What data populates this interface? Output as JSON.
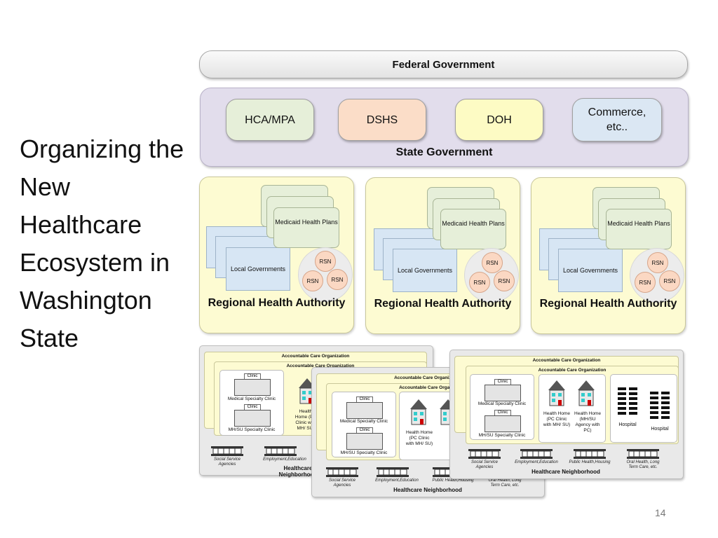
{
  "title": "Organizing the New Healthcare Ecosystem in Washington State",
  "federal": {
    "label": "Federal  Government"
  },
  "state": {
    "label": "State Government",
    "agencies": [
      {
        "label": "HCA/MPA",
        "color": "#e6efd9"
      },
      {
        "label": "DSHS",
        "color": "#fbddc8"
      },
      {
        "label": "DOH",
        "color": "#fdfbc4"
      },
      {
        "label": "Commerce, etc..",
        "color": "#dbe7f3"
      }
    ]
  },
  "rha": {
    "label": "Regional Health Authority",
    "medicaid_label": "Medicaid Health Plans",
    "local_label": "Local Governments",
    "rsn_label": "RSN"
  },
  "aco": {
    "label": "Accountable Care Organization",
    "clinic_sign": "Clinic",
    "medical_clinic": "Medical Specialty Clinic",
    "mhsu_clinic": "MH/SU Specialty Clinic",
    "health_home_pc": "Health Home (PC Clinic with MH/ SU)",
    "health_home_mhsu": "Health Home (MH/SU Agency with PC)",
    "hospital": "Hospital",
    "neighborhood_label": "Healthcare Neighborhood",
    "services": [
      "Social Service Agencies",
      "Employment,Education",
      "Public Health,Housing",
      "Oral Health, Long Term Care, etc."
    ]
  },
  "page_number": "14"
}
